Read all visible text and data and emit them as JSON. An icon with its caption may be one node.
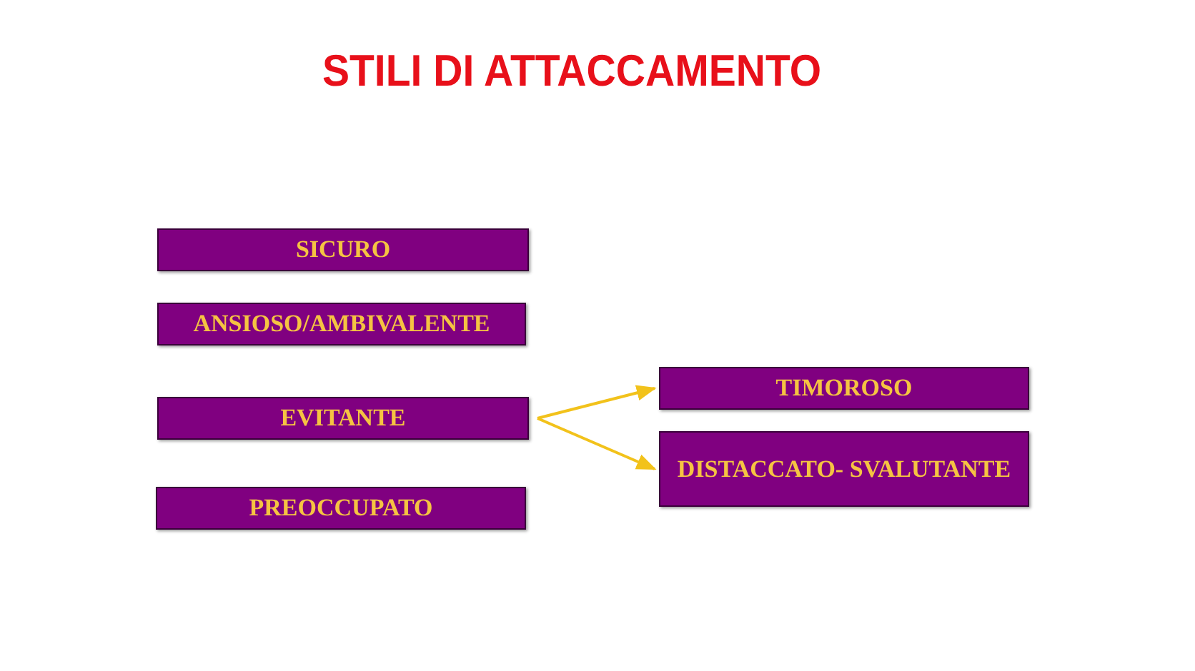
{
  "diagram": {
    "title": "STILI DI ATTACCAMENTO",
    "nodes": [
      {
        "text": [
          "SICURO"
        ]
      },
      {
        "text": [
          "ANSIOSO/AMBIVALENTE"
        ]
      },
      {
        "text": [
          "EVITANTE"
        ]
      },
      {
        "text": [
          "PREOCCUPATO"
        ]
      },
      {
        "text": [
          "TIMOROSO"
        ]
      },
      {
        "text": [
          "DISTACCATO- SVALUTANTE"
        ]
      }
    ],
    "edges": [
      {
        "from": 2,
        "to": 4,
        "arrow": "to"
      },
      {
        "from": 2,
        "to": 5,
        "arrow": "to"
      }
    ]
  }
}
